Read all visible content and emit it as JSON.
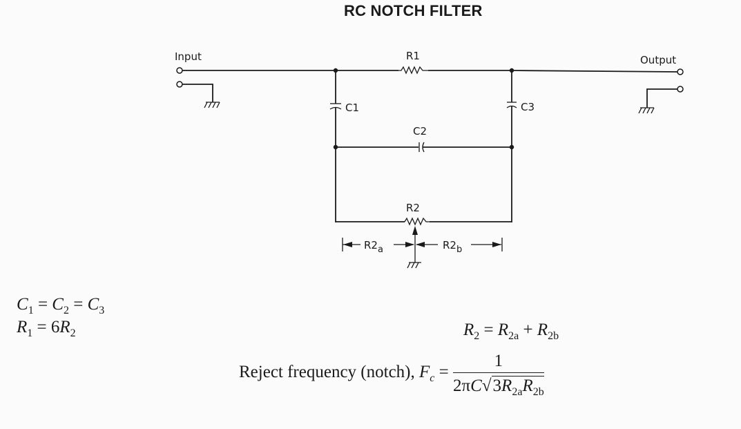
{
  "title": "RC NOTCH FILTER",
  "schematic": {
    "input_label": "Input",
    "output_label": "Output",
    "components": {
      "r1": "R1",
      "r2": "R2",
      "c1": "C1",
      "c2": "C2",
      "c3": "C3"
    },
    "wiper_labels": {
      "r2a_main": "R2",
      "r2a_sub": "a",
      "r2b_main": "R2",
      "r2b_sub": "b"
    }
  },
  "equations": {
    "caps_equal": {
      "c1": "C",
      "s1": "1",
      "eq": "=",
      "c2": "C",
      "s2": "2",
      "eq2": "=",
      "c3": "C",
      "s3": "3"
    },
    "r1_ratio": {
      "r": "R",
      "s1": "1",
      "eq": "= 6",
      "r2": "R",
      "s2": "2"
    },
    "r2_sum": {
      "r": "R",
      "s": "2",
      "eq": "=",
      "ra": "R",
      "sa": "2a",
      "plus": "+",
      "rb": "R",
      "sb": "2b"
    },
    "notch": {
      "prefix": "Reject frequency (notch), ",
      "f": "F",
      "fs": "c",
      "eq": "=",
      "numerator": "1",
      "den_prefix": "2π",
      "den_c": "C",
      "den_root": "√",
      "den_3": "3",
      "den_ra": "R",
      "den_sa": "2a",
      "den_rb": "R",
      "den_sb": "2b"
    }
  }
}
